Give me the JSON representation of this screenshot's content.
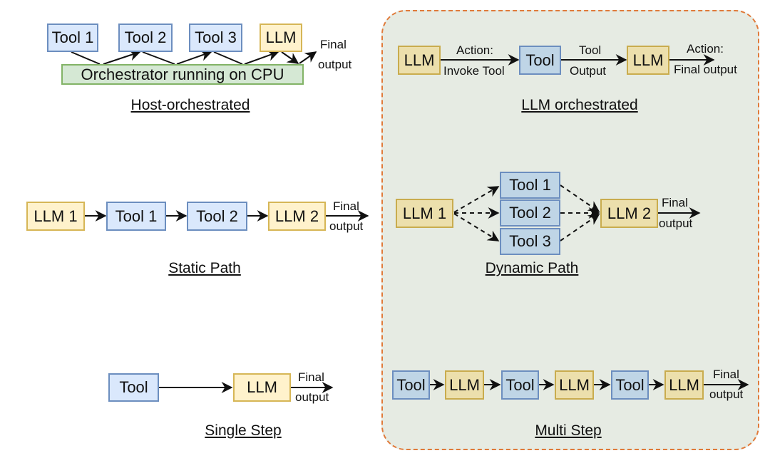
{
  "colors": {
    "tool_fill": "#dae8fc",
    "tool_stroke": "#6c8ebf",
    "llm_fill": "#fff2cc",
    "llm_stroke": "#d6b656",
    "orchestrator_fill": "#d5e8d4",
    "orchestrator_stroke": "#82b366",
    "panel_fill": "#e6ebe3",
    "panel_border": "#e07a3a"
  },
  "host_orchestrated": {
    "caption": "Host-orchestrated",
    "nodes": [
      "Tool 1",
      "Tool 2",
      "Tool 3",
      "LLM"
    ],
    "orchestrator": "Orchestrator running on CPU",
    "final_label_1": "Final",
    "final_label_2": "output"
  },
  "llm_orchestrated": {
    "caption": "LLM orchestrated",
    "nodes": [
      "LLM",
      "Tool",
      "LLM"
    ],
    "edges": [
      {
        "top": "Action:",
        "bottom": "Invoke Tool"
      },
      {
        "top": "Tool",
        "bottom": "Output"
      },
      {
        "top": "Action:",
        "bottom": "Final output"
      }
    ]
  },
  "static_path": {
    "caption": "Static Path",
    "nodes": [
      "LLM 1",
      "Tool 1",
      "Tool 2",
      "LLM 2"
    ],
    "final_label_1": "Final",
    "final_label_2": "output"
  },
  "dynamic_path": {
    "caption": "Dynamic Path",
    "source": "LLM 1",
    "tools": [
      "Tool 1",
      "Tool 2",
      "Tool 3"
    ],
    "target": "LLM 2",
    "final_label_1": "Final",
    "final_label_2": "output"
  },
  "single_step": {
    "caption": "Single Step",
    "nodes": [
      "Tool",
      "LLM"
    ],
    "final_label_1": "Final",
    "final_label_2": "output"
  },
  "multi_step": {
    "caption": "Multi Step",
    "nodes": [
      "Tool",
      "LLM",
      "Tool",
      "LLM",
      "Tool",
      "LLM"
    ],
    "final_label_1": "Final",
    "final_label_2": "output"
  }
}
